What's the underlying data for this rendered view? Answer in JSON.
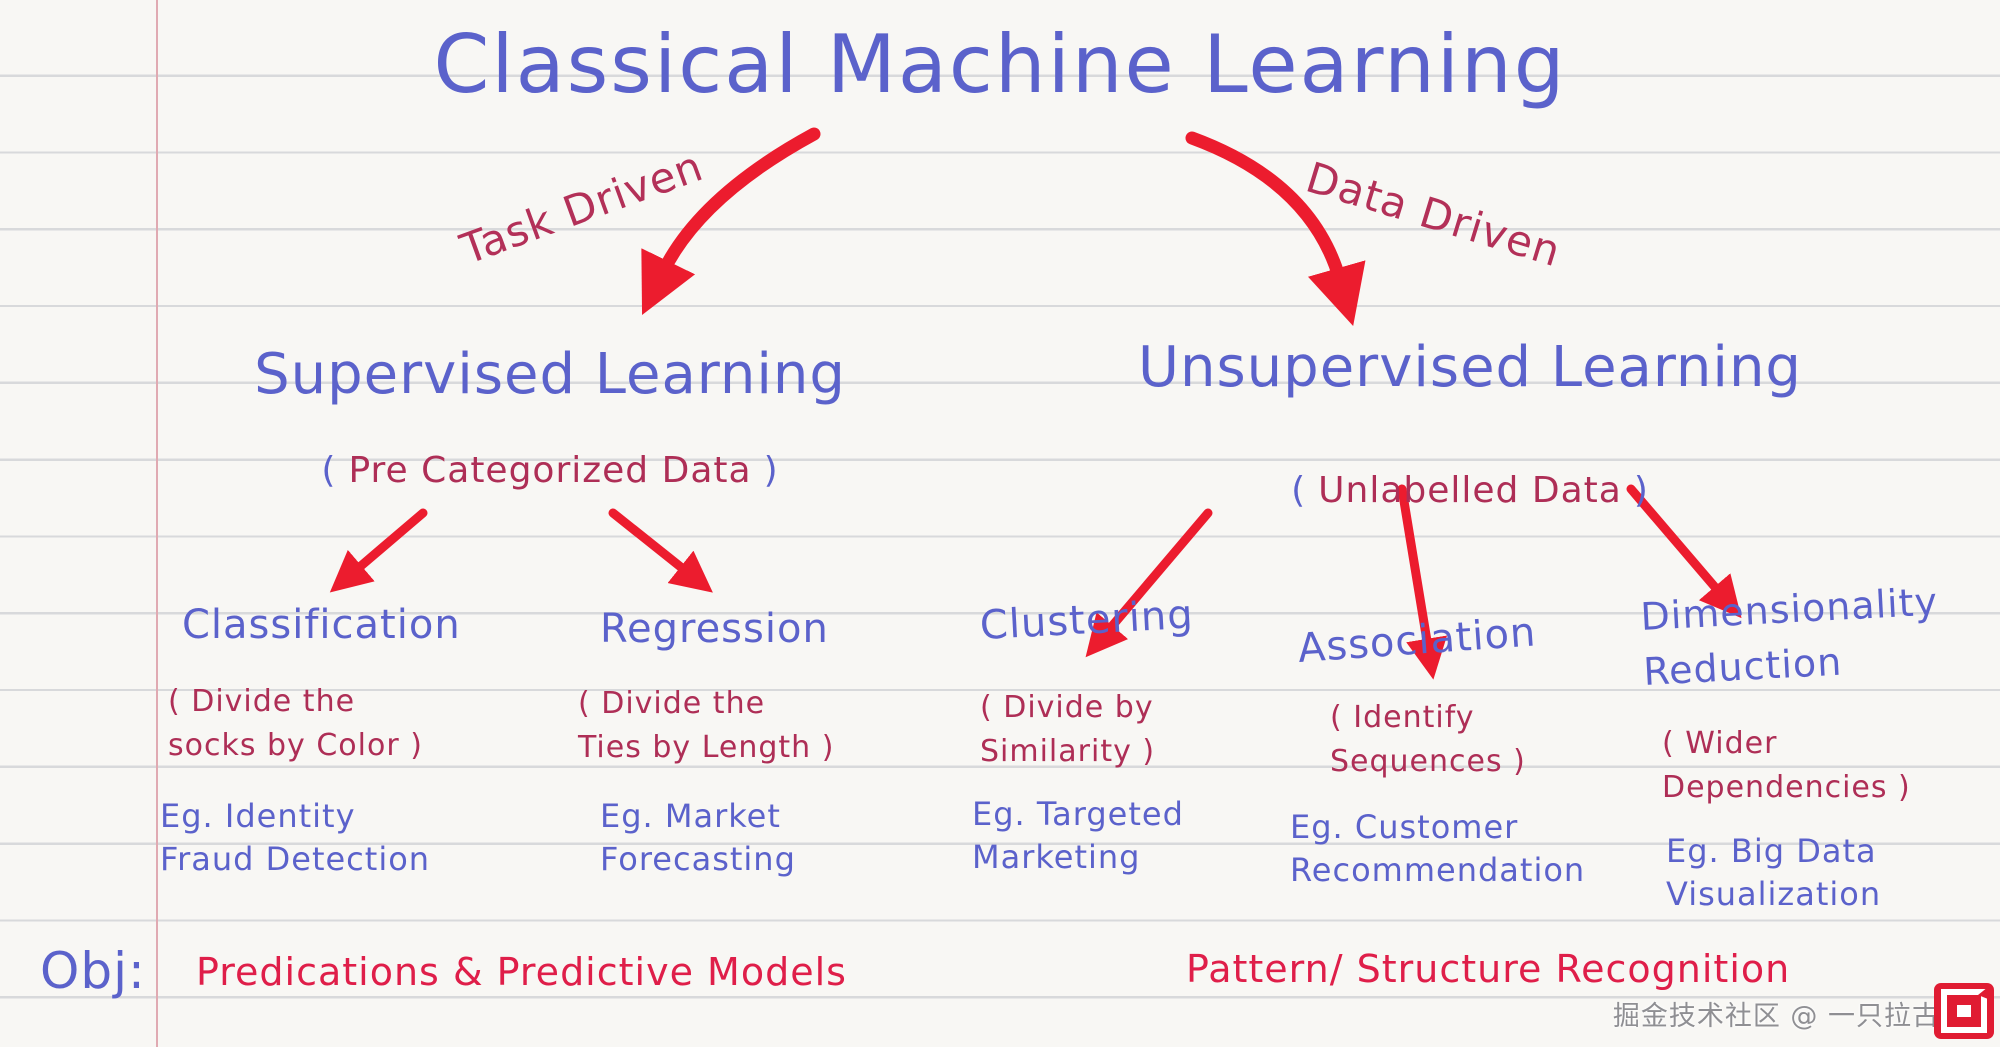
{
  "title": "Classical Machine Learning",
  "objectives": {
    "label": "Obj:",
    "left": "Predications & Predictive Models",
    "right": "Pattern/ Structure Recognition"
  },
  "branches": [
    {
      "edge_label": "Task Driven",
      "heading": "Supervised Learning",
      "note": {
        "open": "(",
        "text": "Pre Categorized Data",
        "close": ")"
      },
      "children": [
        {
          "heading_lines": [
            "Classification"
          ],
          "note_lines": [
            "( Divide the",
            "socks by Color )"
          ],
          "example_lines": [
            "Eg. Identity",
            "Fraud Detection"
          ]
        },
        {
          "heading_lines": [
            "Regression"
          ],
          "note_lines": [
            "( Divide the",
            "Ties by Length )"
          ],
          "example_lines": [
            "Eg. Market",
            "Forecasting"
          ]
        }
      ]
    },
    {
      "edge_label": "Data Driven",
      "heading": "Unsupervised Learning",
      "note": {
        "open": "(",
        "text": "Unlabelled Data",
        "close": ")"
      },
      "children": [
        {
          "heading_lines": [
            "Clustering"
          ],
          "note_lines": [
            "( Divide by",
            "Similarity )"
          ],
          "example_lines": [
            "Eg. Targeted",
            "Marketing"
          ]
        },
        {
          "heading_lines": [
            "Association"
          ],
          "note_lines": [
            "( Identify",
            "Sequences )"
          ],
          "example_lines": [
            "Eg. Customer",
            "Recommendation"
          ]
        },
        {
          "heading_lines": [
            "Dimensionality",
            "Reduction"
          ],
          "note_lines": [
            "( Wider",
            "Dependencies )"
          ],
          "example_lines": [
            "Eg. Big Data",
            "Visualization"
          ]
        }
      ]
    }
  ],
  "watermark": {
    "text": "掘金技术社区 @ 一只拉古",
    "logo": "juejin-red-cube-logo"
  },
  "colors": {
    "heading_blue": "#5b62cb",
    "note_crimson": "#ae2e56",
    "objective_red": "#df1e49",
    "arrow_red": "#ec1c2e",
    "ruled_line": "#d8d9db",
    "margin_line": "#e0aab2",
    "paper": "#f8f7f4"
  }
}
